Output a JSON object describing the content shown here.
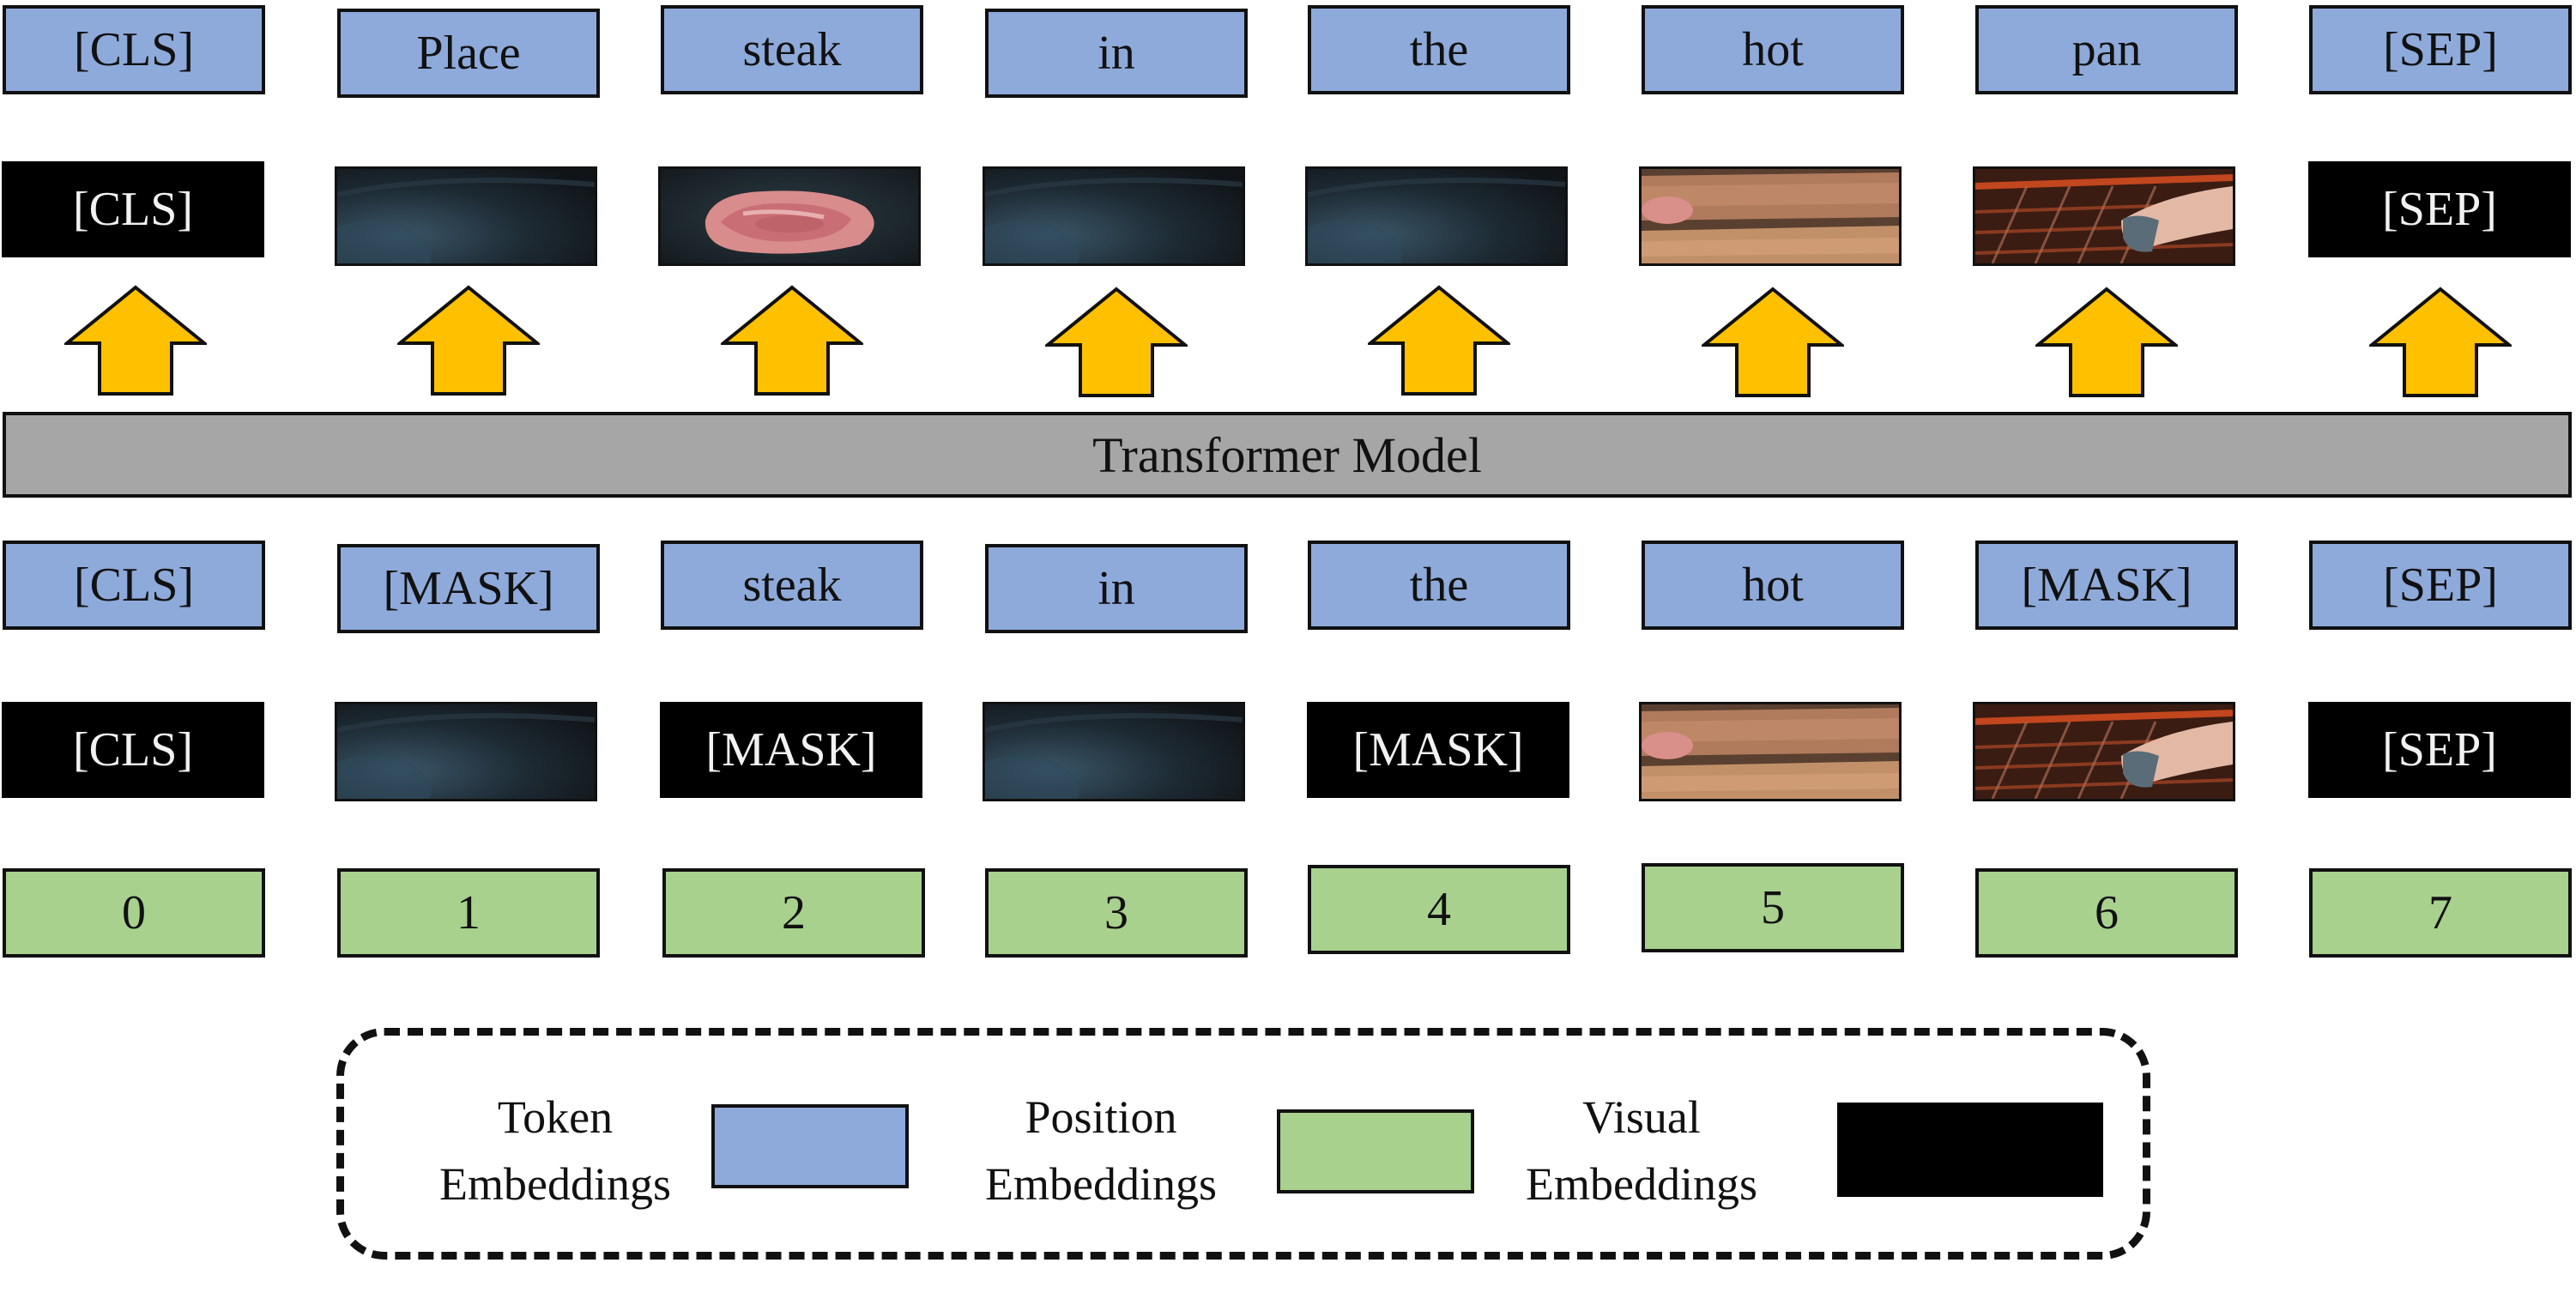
{
  "output_tokens": [
    "[CLS]",
    "Place",
    "steak",
    "in",
    "the",
    "hot",
    "pan",
    "[SEP]"
  ],
  "output_visual": [
    {
      "kind": "text",
      "label": "[CLS]"
    },
    {
      "kind": "frame",
      "scene": "pan"
    },
    {
      "kind": "frame",
      "scene": "raw-steak"
    },
    {
      "kind": "frame",
      "scene": "pan"
    },
    {
      "kind": "frame",
      "scene": "pan"
    },
    {
      "kind": "frame",
      "scene": "seared-steak"
    },
    {
      "kind": "frame",
      "scene": "oven-hand"
    },
    {
      "kind": "text",
      "label": "[SEP]"
    }
  ],
  "transformer_label": "Transformer Model",
  "input_tokens": [
    "[CLS]",
    "[MASK]",
    "steak",
    "in",
    "the",
    "hot",
    "[MASK]",
    "[SEP]"
  ],
  "input_visual": [
    {
      "kind": "text",
      "label": "[CLS]"
    },
    {
      "kind": "frame",
      "scene": "pan"
    },
    {
      "kind": "text",
      "label": "[MASK]"
    },
    {
      "kind": "frame",
      "scene": "pan"
    },
    {
      "kind": "text",
      "label": "[MASK]"
    },
    {
      "kind": "frame",
      "scene": "seared-steak"
    },
    {
      "kind": "frame",
      "scene": "oven-hand"
    },
    {
      "kind": "text",
      "label": "[SEP]"
    }
  ],
  "positions": [
    "0",
    "1",
    "2",
    "3",
    "4",
    "5",
    "6",
    "7"
  ],
  "legend": {
    "token": {
      "line1": "Token",
      "line2": "Embeddings"
    },
    "position": {
      "line1": "Position",
      "line2": "Embeddings"
    },
    "visual": {
      "line1": "Visual",
      "line2": "Embeddings"
    }
  },
  "colors": {
    "token": "#8eaadb",
    "position": "#a9d18e",
    "visual": "#000000",
    "arrow": "#ffc000",
    "transformer": "#a6a6a6"
  }
}
